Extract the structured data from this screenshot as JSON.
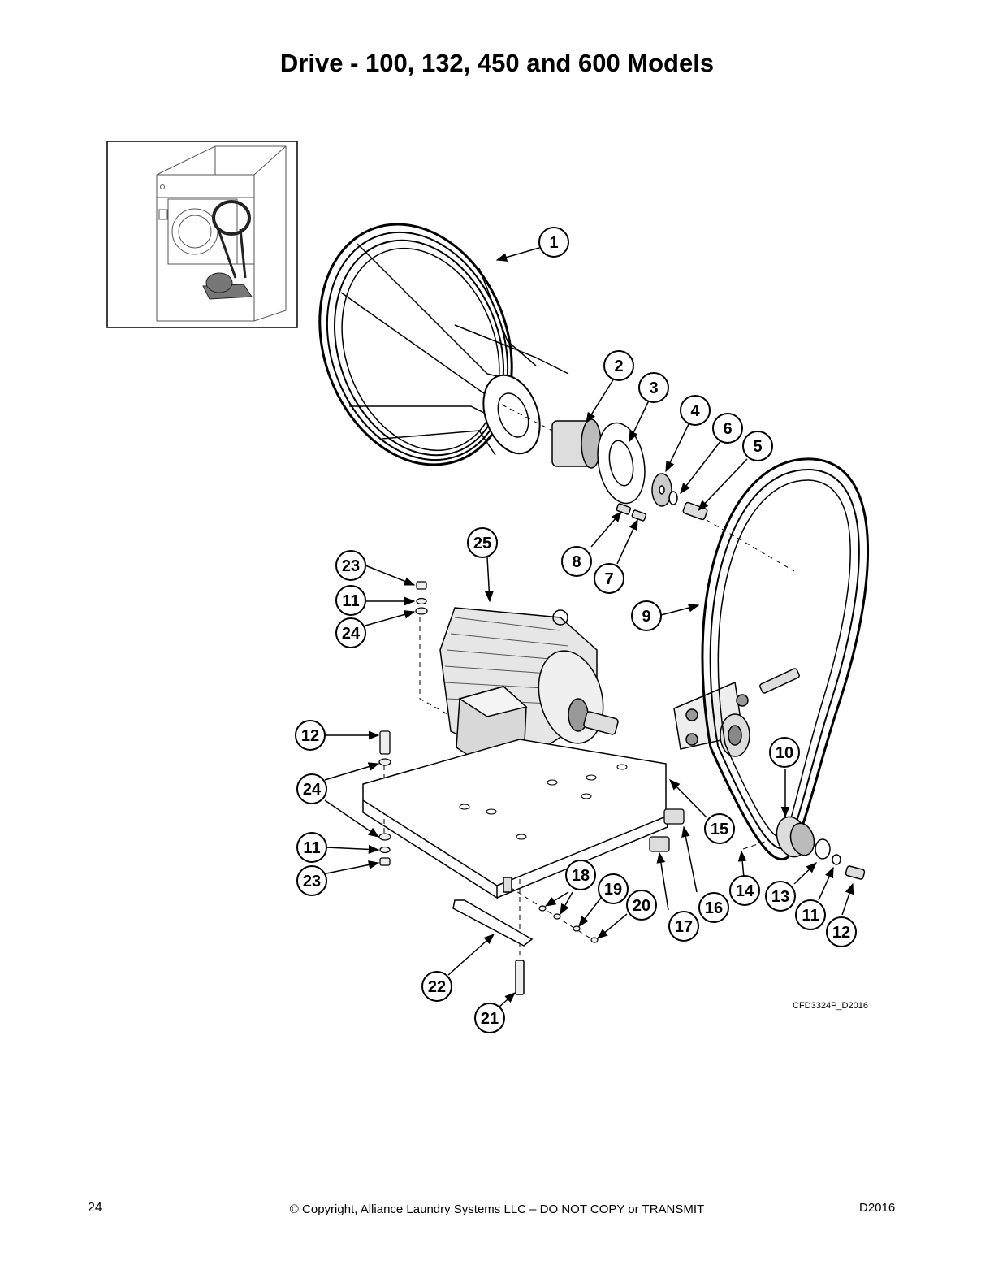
{
  "page": {
    "title": "Drive - 100, 132, 450 and 600 Models",
    "drawing_code": "CFD3324P_D2016",
    "page_number": "24",
    "copyright": "© Copyright, Alliance Laundry Systems LLC – DO NOT COPY or TRANSMIT",
    "doc_code": "D2016"
  },
  "callouts": {
    "c1": "1",
    "c2": "2",
    "c3": "3",
    "c4": "4",
    "c5": "5",
    "c6": "6",
    "c7": "7",
    "c8": "8",
    "c9": "9",
    "c10": "10",
    "c11a": "11",
    "c11b": "11",
    "c11c": "11",
    "c12a": "12",
    "c12b": "12",
    "c13": "13",
    "c14": "14",
    "c15": "15",
    "c16": "16",
    "c17": "17",
    "c18": "18",
    "c19": "19",
    "c20": "20",
    "c21": "21",
    "c22": "22",
    "c23a": "23",
    "c23b": "23",
    "c24a": "24",
    "c24b": "24",
    "c25": "25"
  }
}
